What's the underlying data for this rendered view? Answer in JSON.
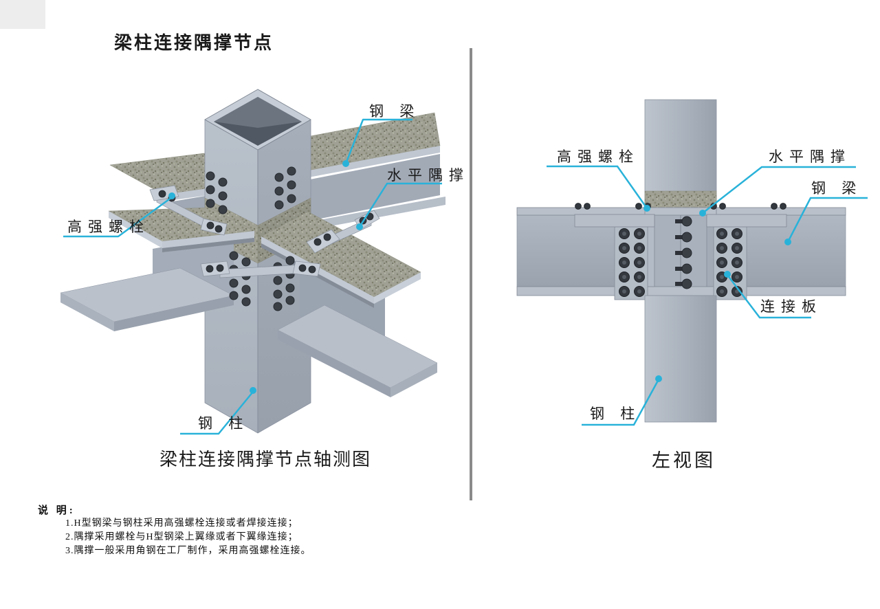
{
  "title": "梁柱连接隅撑节点",
  "left_view": {
    "caption": "梁柱连接隅撑节点轴测图",
    "labels": {
      "steel_beam": "钢 梁",
      "horizontal_brace": "水平隅撑",
      "high_strength_bolt": "高强螺栓",
      "steel_column": "钢 柱"
    }
  },
  "right_view": {
    "caption": "左视图",
    "labels": {
      "high_strength_bolt": "高强螺栓",
      "horizontal_brace": "水平隅撑",
      "steel_beam": "钢 梁",
      "connection_plate": "连接板",
      "steel_column": "钢 柱"
    }
  },
  "notes": {
    "heading": "说 明:",
    "items": [
      "1.H型钢梁与钢柱采用高强螺栓连接或者焊接连接；",
      "2.隅撑采用螺栓与H型钢梁上翼缘或者下翼缘连接；",
      "3.隅撑一般采用角钢在工厂制作，采用高强螺栓连接。"
    ]
  },
  "colors": {
    "leader": "#29b2d9",
    "steel_light": "#b7bfc9",
    "steel_mid": "#a6aeba",
    "steel_dark": "#99a1ad",
    "texture_base": "#a0a194",
    "bolt": "#3a3f46",
    "divider": "#8a8a8a"
  }
}
